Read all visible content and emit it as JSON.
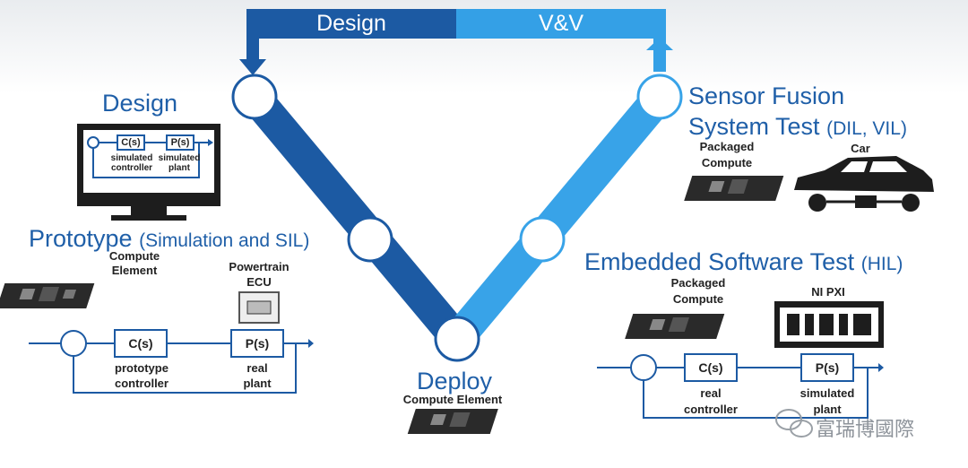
{
  "header": {
    "left": "Design",
    "right": "V&V"
  },
  "design": {
    "title": "Design",
    "controller_block": "C(s)",
    "plant_block": "P(s)",
    "controller_label": "simulated\ncontroller",
    "plant_label": "simulated\nplant"
  },
  "prototype": {
    "title": "Prototype",
    "title_suffix": "(Simulation and SIL)",
    "compute_label": "Compute\nElement",
    "ecu_label": "Powertrain\nECU",
    "controller_block": "C(s)",
    "plant_block": "P(s)",
    "controller_label": "prototype\ncontroller",
    "plant_label": "real\nplant"
  },
  "deploy": {
    "title": "Deploy",
    "subtitle": "Compute Element"
  },
  "sensor_fusion": {
    "title_line1": "Sensor Fusion",
    "title_line2": "System Test",
    "title_suffix": "(DIL, VIL)",
    "compute_label": "Packaged\nCompute",
    "car_label": "Car"
  },
  "embedded": {
    "title": "Embedded Software Test",
    "title_suffix": "(HIL)",
    "compute_label": "Packaged\nCompute",
    "pxi_label": "NI PXI",
    "controller_block": "C(s)",
    "plant_block": "P(s)",
    "controller_label": "real\ncontroller",
    "plant_label": "simulated\nplant"
  },
  "watermark": "富瑞博國際",
  "colors": {
    "design_blue": "#1c5aa3",
    "vv_blue": "#34a0e6",
    "text_blue": "#1f5fa8"
  }
}
